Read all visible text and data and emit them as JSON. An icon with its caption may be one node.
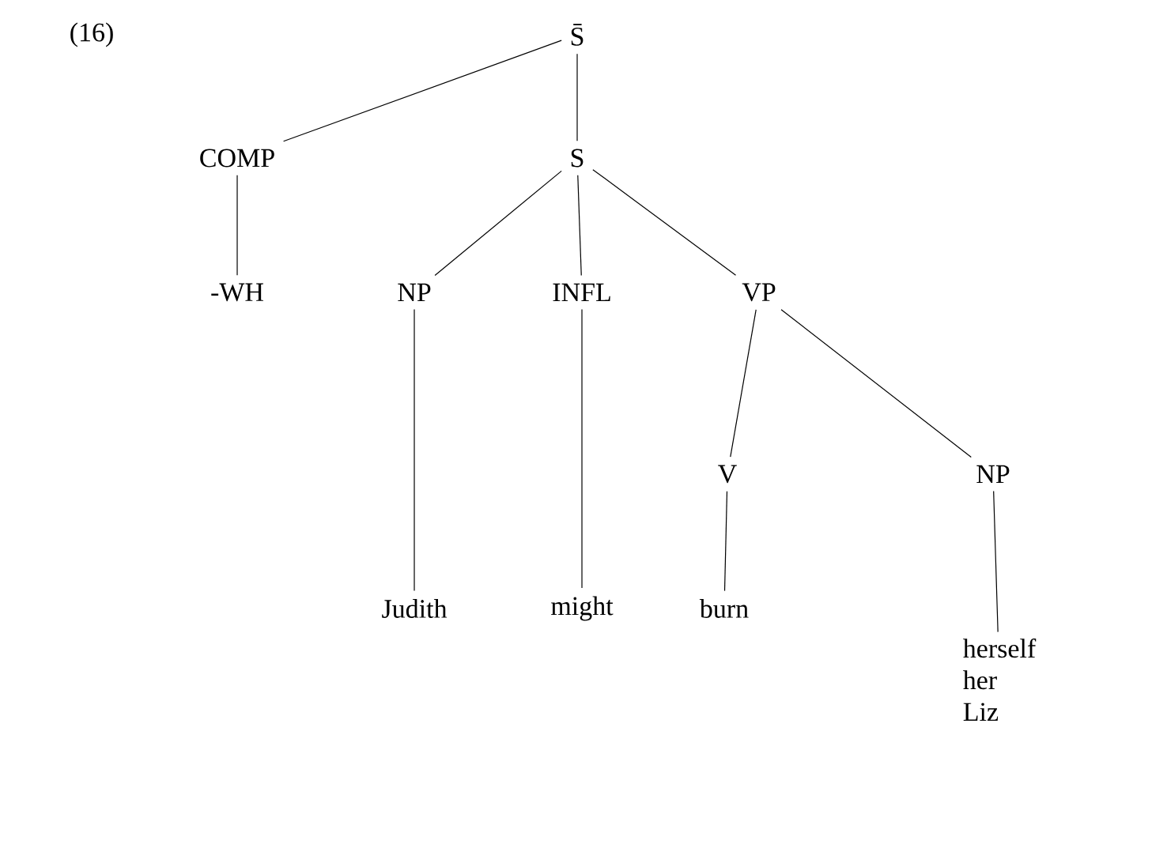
{
  "diagram": {
    "nodes": [
      {
        "text": [
          "S̄"
        ]
      },
      {
        "text": [
          "COMP"
        ]
      },
      {
        "text": [
          "S"
        ]
      },
      {
        "text": [
          "-WH"
        ]
      },
      {
        "text": [
          "NP"
        ]
      },
      {
        "text": [
          "INFL"
        ]
      },
      {
        "text": [
          "VP"
        ]
      },
      {
        "text": [
          "V"
        ]
      },
      {
        "text": [
          "NP"
        ]
      },
      {
        "text": [
          "Judith"
        ]
      },
      {
        "text": [
          "might"
        ]
      },
      {
        "text": [
          "burn"
        ]
      },
      {
        "text": [
          "herself",
          "her",
          "Liz"
        ]
      }
    ],
    "edges": [
      {
        "from": 0,
        "to": 1,
        "arrow": "none"
      },
      {
        "from": 0,
        "to": 2,
        "arrow": "none"
      },
      {
        "from": 1,
        "to": 3,
        "arrow": "none"
      },
      {
        "from": 2,
        "to": 4,
        "arrow": "none"
      },
      {
        "from": 2,
        "to": 5,
        "arrow": "none"
      },
      {
        "from": 2,
        "to": 6,
        "arrow": "none"
      },
      {
        "from": 4,
        "to": 9,
        "arrow": "none"
      },
      {
        "from": 5,
        "to": 10,
        "arrow": "none"
      },
      {
        "from": 6,
        "to": 7,
        "arrow": "none"
      },
      {
        "from": 6,
        "to": 8,
        "arrow": "none"
      },
      {
        "from": 7,
        "to": 11,
        "arrow": "none"
      },
      {
        "from": 8,
        "to": 12,
        "arrow": "none"
      }
    ],
    "labels": [
      "(16)"
    ]
  }
}
